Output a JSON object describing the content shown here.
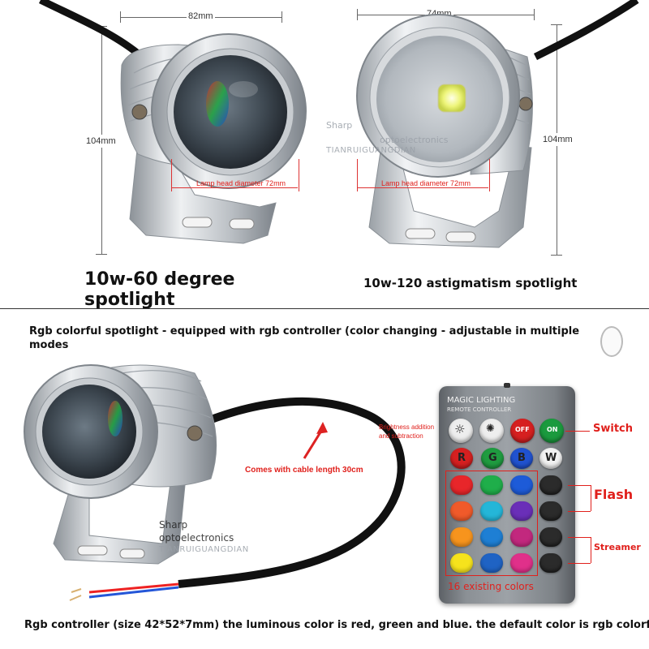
{
  "top": {
    "left_product": {
      "width_label": "82mm",
      "height_label": "104mm",
      "lamp_note": "Lamp head diameter 72mm",
      "title": "10w-60 degree spotlight"
    },
    "right_product": {
      "width_label": "74mm",
      "height_label": "104mm",
      "lamp_note": "Lamp head diameter 72mm",
      "title": "10w-120 astigmatism spotlight",
      "watermark_line1": "Sharp",
      "watermark_line2": "optoelectronics",
      "watermark_line3": "TIANRUIGUANGDIAN"
    }
  },
  "rgb_section": {
    "heading": "Rgb colorful spotlight - equipped with rgb controller (color changing - adjustable in multiple modes",
    "cable_note": "Comes with cable length 30cm",
    "watermark_line1": "Sharp",
    "watermark_line2": "optoelectronics",
    "watermark_line3": "TIANRUIGUANGDIAN",
    "remote": {
      "brand_line1": "MAGIC LIGHTING",
      "brand_line2": "REMOTE CONTROLLER",
      "off_label": "OFF",
      "on_label": "ON",
      "r_label": "R",
      "g_label": "G",
      "b_label": "B",
      "w_label": "W",
      "color_keys": [
        "#e8262a",
        "#1fae4a",
        "#1d5bd8",
        "#f05a2a",
        "#24b6d8",
        "#6a2fb8",
        "#f7941d",
        "#1e7fd4",
        "#c2287e",
        "#f6e31c",
        "#1f63c4",
        "#e0308a"
      ],
      "accent_red": "#e0201c"
    },
    "annotations": {
      "brightness": "Brightness addition and subtraction",
      "switch": "Switch",
      "flash": "Flash",
      "streamer": "Streamer",
      "colors": "16 existing colors"
    },
    "footer": "Rgb controller (size 42*52*7mm) the luminous color is red, green and blue. the default color is rgb colorful"
  }
}
